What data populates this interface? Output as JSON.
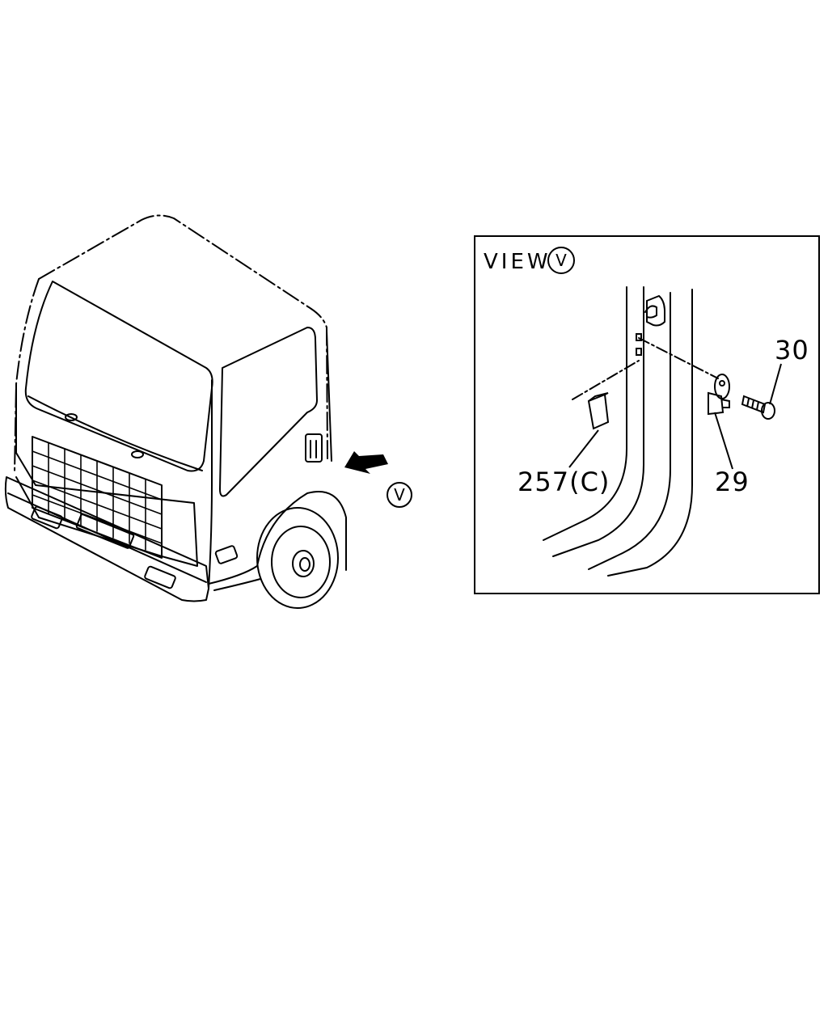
{
  "view_marker": {
    "letter": "V"
  },
  "detail_panel": {
    "title": "VIEW",
    "marker": "V"
  },
  "parts": [
    {
      "id": "part-30",
      "callout": "30"
    },
    {
      "id": "part-257c",
      "callout": "257(C)"
    },
    {
      "id": "part-29",
      "callout": "29"
    }
  ],
  "colors": {
    "line": "#000000",
    "background": "#ffffff"
  }
}
